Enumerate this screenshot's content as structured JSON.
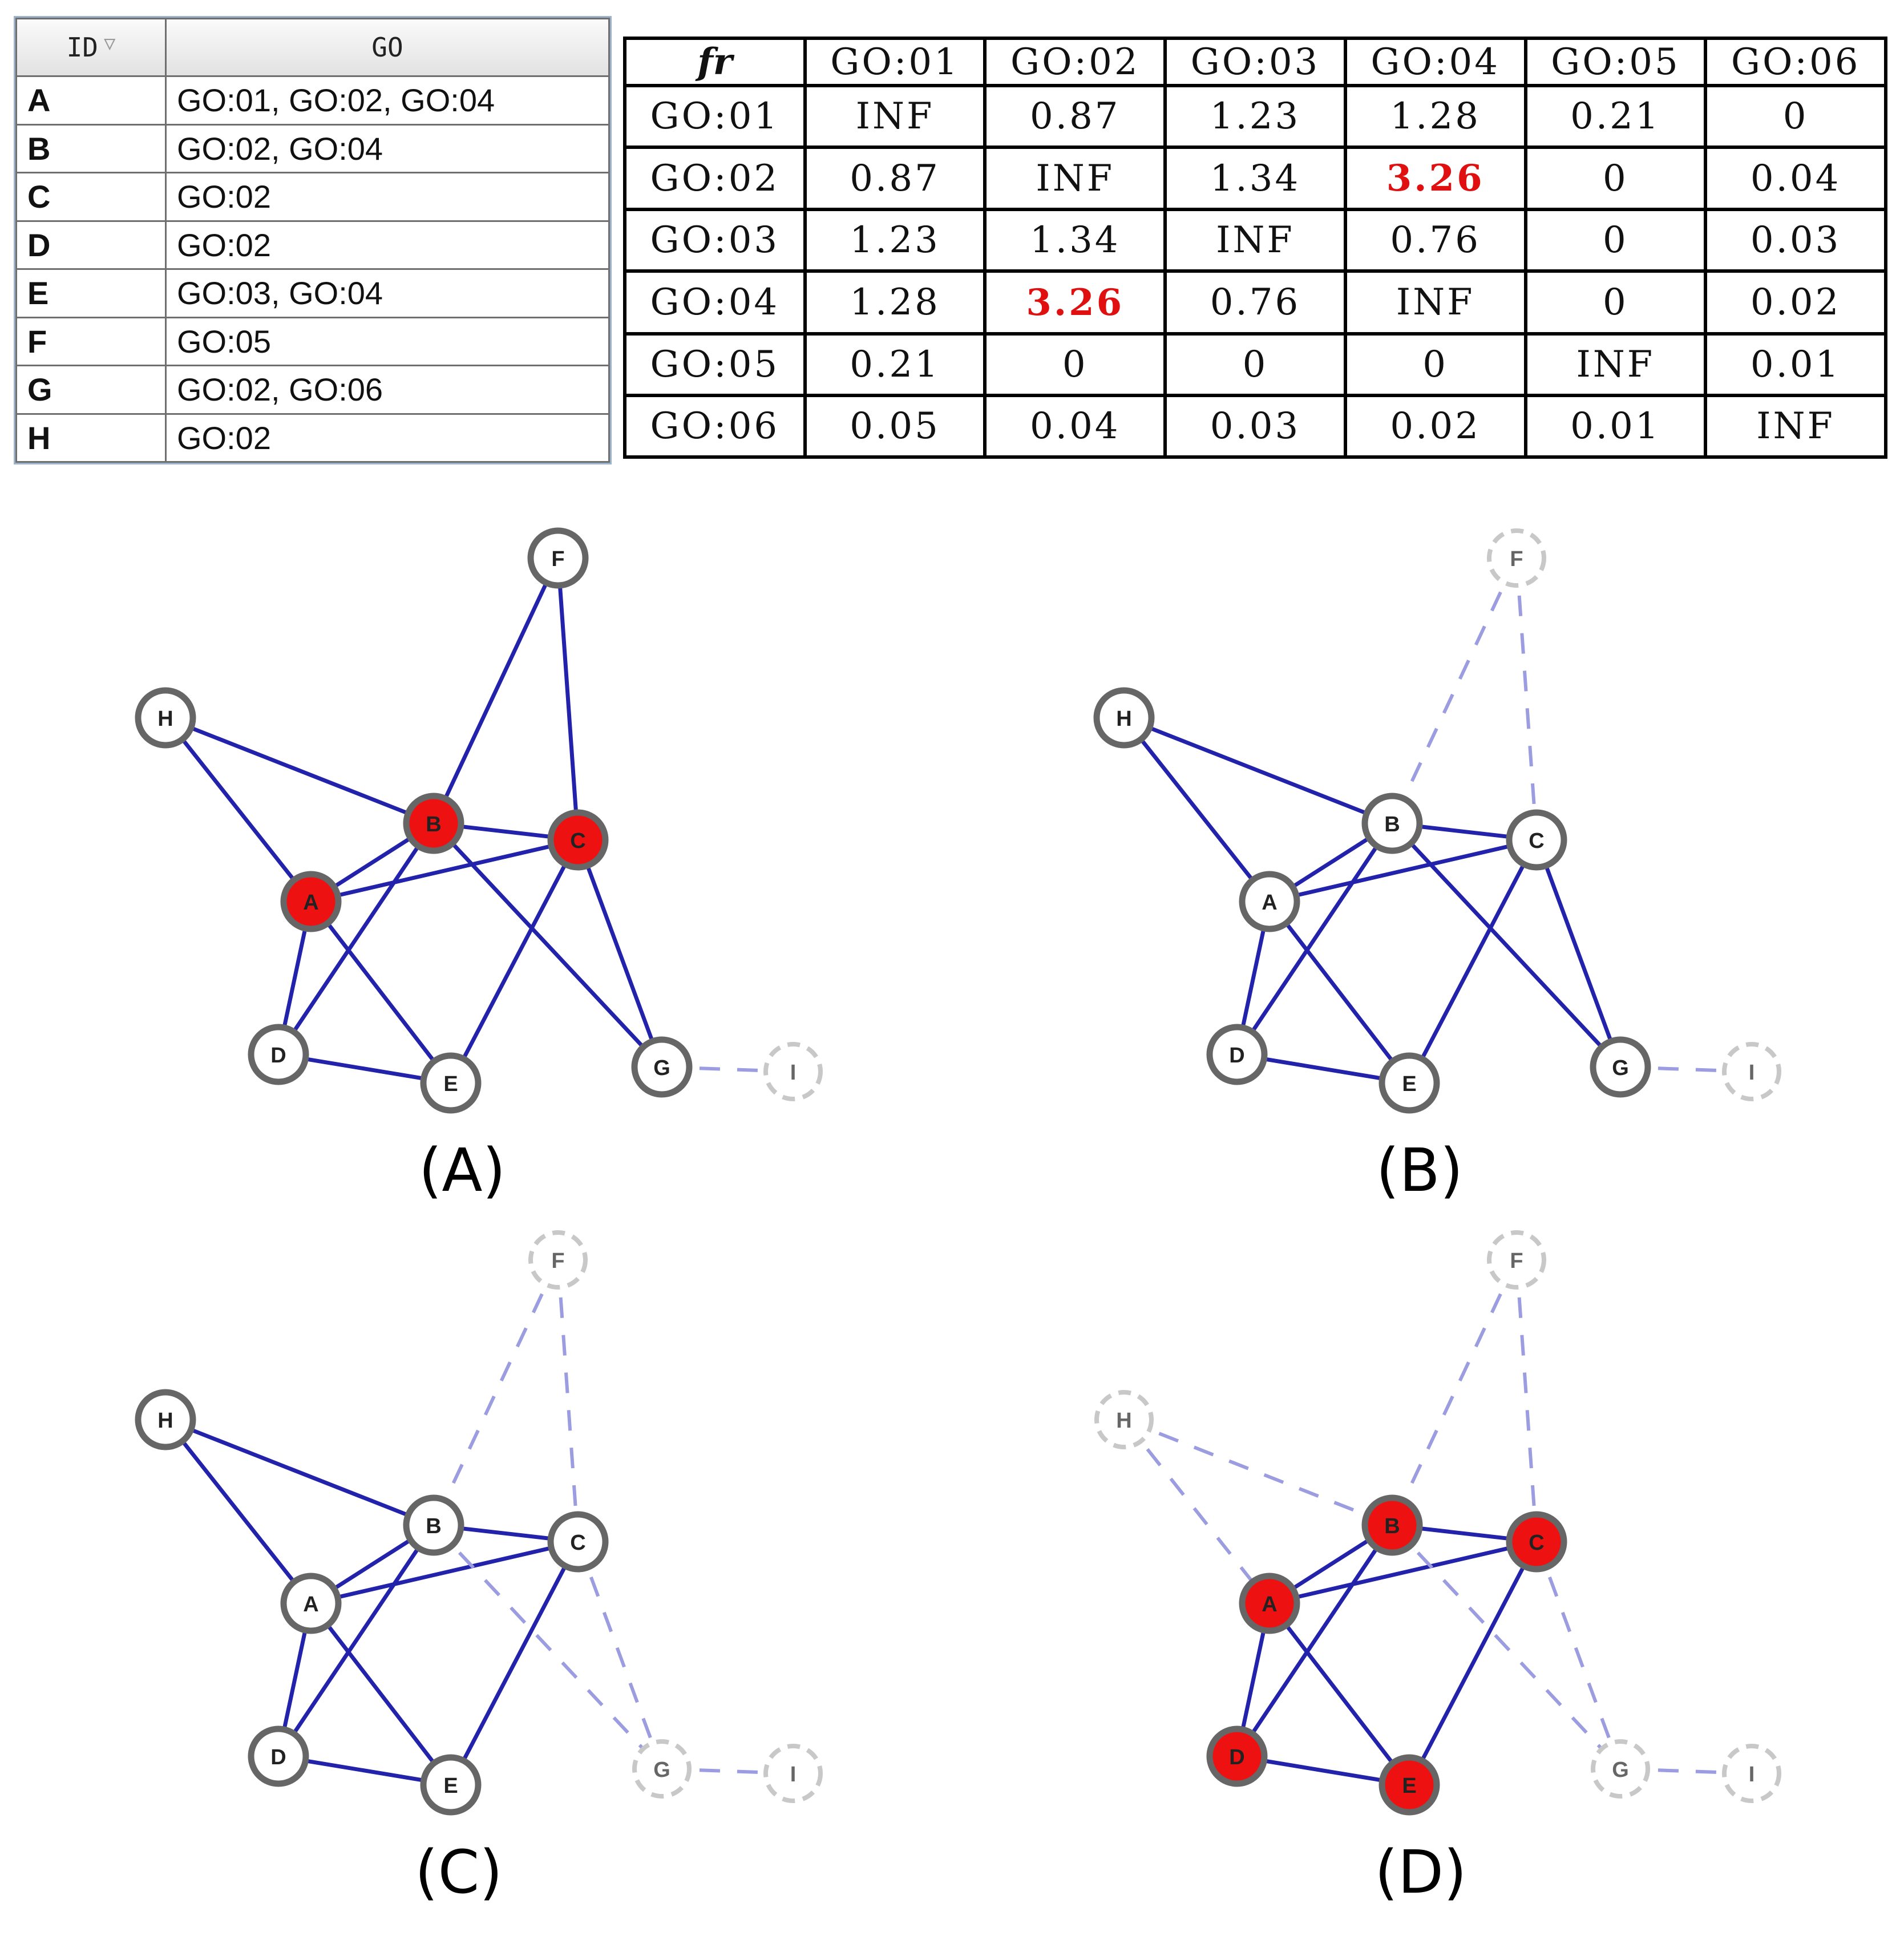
{
  "go_table": {
    "headers": {
      "id": "ID",
      "go": "GO"
    },
    "sort_arrow": "▽",
    "rows": [
      {
        "id": "A",
        "go": "GO:01, GO:02, GO:04"
      },
      {
        "id": "B",
        "go": "GO:02, GO:04"
      },
      {
        "id": "C",
        "go": "GO:02"
      },
      {
        "id": "D",
        "go": "GO:02"
      },
      {
        "id": "E",
        "go": "GO:03, GO:04"
      },
      {
        "id": "F",
        "go": "GO:05"
      },
      {
        "id": "G",
        "go": "GO:02, GO:06"
      },
      {
        "id": "H",
        "go": "GO:02"
      }
    ]
  },
  "fr_matrix": {
    "corner": "fr",
    "columns": [
      "GO:01",
      "GO:02",
      "GO:03",
      "GO:04",
      "GO:05",
      "GO:06"
    ],
    "rows": [
      {
        "label": "GO:01",
        "values": [
          "INF",
          "0.87",
          "1.23",
          "1.28",
          "0.21",
          "0"
        ]
      },
      {
        "label": "GO:02",
        "values": [
          "0.87",
          "INF",
          "1.34",
          "3.26",
          "0",
          "0.04"
        ]
      },
      {
        "label": "GO:03",
        "values": [
          "1.23",
          "1.34",
          "INF",
          "0.76",
          "0",
          "0.03"
        ]
      },
      {
        "label": "GO:04",
        "values": [
          "1.28",
          "3.26",
          "0.76",
          "INF",
          "0",
          "0.02"
        ]
      },
      {
        "label": "GO:05",
        "values": [
          "0.21",
          "0",
          "0",
          "0",
          "INF",
          "0.01"
        ]
      },
      {
        "label": "GO:06",
        "values": [
          "0.05",
          "0.04",
          "0.03",
          "0.02",
          "0.01",
          "INF"
        ]
      }
    ],
    "highlighted_cells": [
      [
        1,
        3
      ],
      [
        3,
        1
      ]
    ],
    "highlight_color": "#e01010"
  },
  "colors": {
    "edge_solid": "#2222aa",
    "edge_dashed": "#9c9ce0",
    "node_red": "#ee1111",
    "node_border": "#666666",
    "node_dashed_border": "#c8c8c8"
  },
  "graph": {
    "nodes": [
      "A",
      "B",
      "C",
      "D",
      "E",
      "F",
      "G",
      "H",
      "I"
    ],
    "edges": [
      [
        "H",
        "B"
      ],
      [
        "H",
        "A"
      ],
      [
        "F",
        "B"
      ],
      [
        "F",
        "C"
      ],
      [
        "B",
        "C"
      ],
      [
        "A",
        "B"
      ],
      [
        "A",
        "C"
      ],
      [
        "A",
        "D"
      ],
      [
        "A",
        "E"
      ],
      [
        "B",
        "D"
      ],
      [
        "B",
        "G"
      ],
      [
        "C",
        "E"
      ],
      [
        "C",
        "G"
      ],
      [
        "D",
        "E"
      ],
      [
        "G",
        "I"
      ]
    ]
  },
  "panels": [
    {
      "caption": "(A)",
      "red_nodes": [
        "A",
        "B",
        "C"
      ],
      "dashed_nodes": [
        "I"
      ],
      "dashed_edges": [
        [
          "G",
          "I"
        ]
      ]
    },
    {
      "caption": "(B)",
      "red_nodes": [],
      "dashed_nodes": [
        "F",
        "I"
      ],
      "dashed_edges": [
        [
          "F",
          "B"
        ],
        [
          "F",
          "C"
        ],
        [
          "G",
          "I"
        ]
      ]
    },
    {
      "caption": "(C)",
      "red_nodes": [],
      "dashed_nodes": [
        "F",
        "G",
        "I"
      ],
      "dashed_edges": [
        [
          "F",
          "B"
        ],
        [
          "F",
          "C"
        ],
        [
          "B",
          "G"
        ],
        [
          "C",
          "G"
        ],
        [
          "G",
          "I"
        ]
      ]
    },
    {
      "caption": "(D)",
      "red_nodes": [
        "A",
        "B",
        "C",
        "D",
        "E"
      ],
      "dashed_nodes": [
        "F",
        "G",
        "H",
        "I"
      ],
      "dashed_edges": [
        [
          "F",
          "B"
        ],
        [
          "F",
          "C"
        ],
        [
          "B",
          "G"
        ],
        [
          "C",
          "G"
        ],
        [
          "G",
          "I"
        ],
        [
          "H",
          "B"
        ],
        [
          "H",
          "A"
        ]
      ]
    }
  ]
}
